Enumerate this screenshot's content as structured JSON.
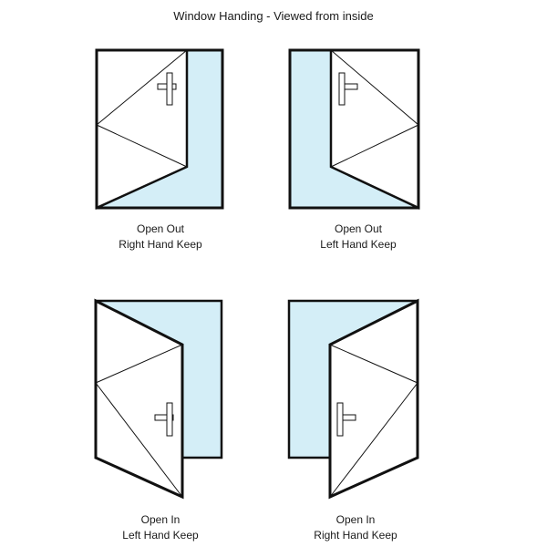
{
  "title": "Window Handing - Viewed from inside",
  "colors": {
    "frame": "#111111",
    "glass": "#d4eef7",
    "sash": "#ffffff"
  },
  "windows": [
    {
      "line1": "Open Out",
      "line2": "Right Hand Keep"
    },
    {
      "line1": "Open Out",
      "line2": "Left Hand Keep"
    },
    {
      "line1": "Open In",
      "line2": "Left Hand Keep"
    },
    {
      "line1": "Open In",
      "line2": "Right Hand Keep"
    }
  ]
}
